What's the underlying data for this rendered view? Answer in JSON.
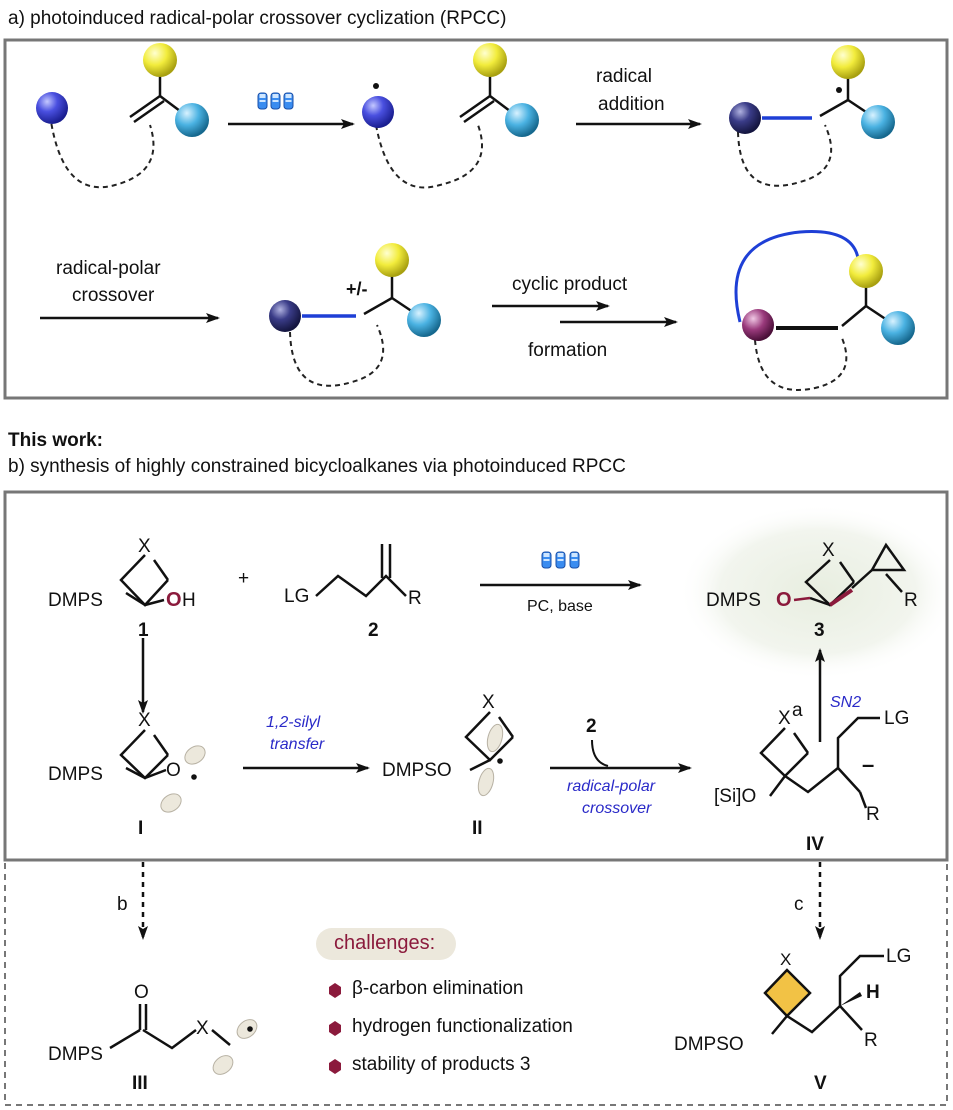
{
  "section_a": {
    "heading": "a) photoinduced radical-polar crossover cyclization (RPCC)",
    "step1": "radical",
    "step1b": "addition",
    "step2": "radical-polar",
    "step2b": "crossover",
    "charge": "+/-",
    "step3": "cyclic product",
    "step3b": "formation"
  },
  "section_b": {
    "this_work": "This work:",
    "heading": "b) synthesis of highly constrained bicycloalkanes via photoinduced RPCC",
    "reagent_conditions": "PC, base",
    "silyl_transfer_1": "1,2-silyl",
    "silyl_transfer_2": "transfer",
    "crossover_1": "radical-polar",
    "crossover_2": "crossover",
    "sn2": "SN2",
    "path_a": "a",
    "path_b": "b",
    "path_c": "c",
    "challenges_title": "challenges:",
    "challenges": [
      "β-carbon elimination",
      "hydrogen functionalization",
      "stability of products 3"
    ],
    "compound_labels": {
      "c1": "1",
      "c2": "2",
      "c3": "3",
      "cI": "I",
      "cII": "II",
      "cIII": "III",
      "cIV": "IV",
      "cV": "V"
    },
    "atoms": {
      "X": "X",
      "DMPS": "DMPS",
      "O": "O",
      "H": "H",
      "LG": "LG",
      "R": "R",
      "Si": "[Si]",
      "minus": "–"
    }
  },
  "colors": {
    "blue_atom": "#3a3fc8",
    "yellow_atom": "#e8e23a",
    "cyan_atom": "#3fa8d8",
    "navy_atom": "#2b2d6e",
    "purple_atom": "#8a2a6a",
    "bond_blue": "#1e3fd6",
    "maroon": "#8b1a3c",
    "italic_blue": "#2a2ac8",
    "orbital": "#ece8dc",
    "orange": "#f2c245"
  }
}
